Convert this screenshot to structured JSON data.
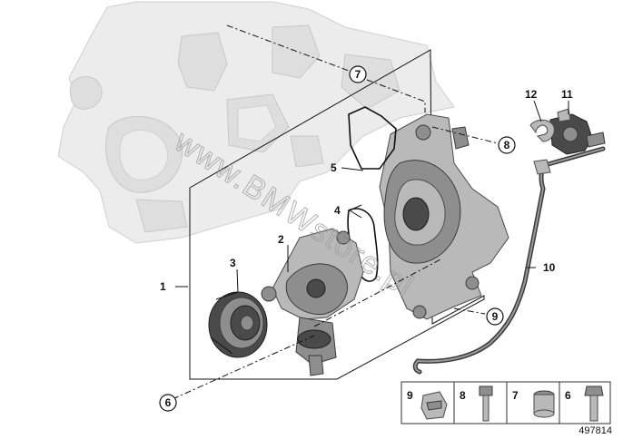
{
  "callouts": {
    "c1": "1",
    "c2": "2",
    "c3": "3",
    "c4": "4",
    "c5": "5",
    "c6": "6",
    "c7": "7",
    "c8": "8",
    "c9": "9",
    "c10": "10",
    "c11": "11",
    "c12": "12"
  },
  "legend": {
    "items": [
      {
        "label": "9"
      },
      {
        "label": "8"
      },
      {
        "label": "7"
      },
      {
        "label": "6"
      }
    ]
  },
  "diagram_id": "497814",
  "watermark": "www.BMWstore.pl"
}
